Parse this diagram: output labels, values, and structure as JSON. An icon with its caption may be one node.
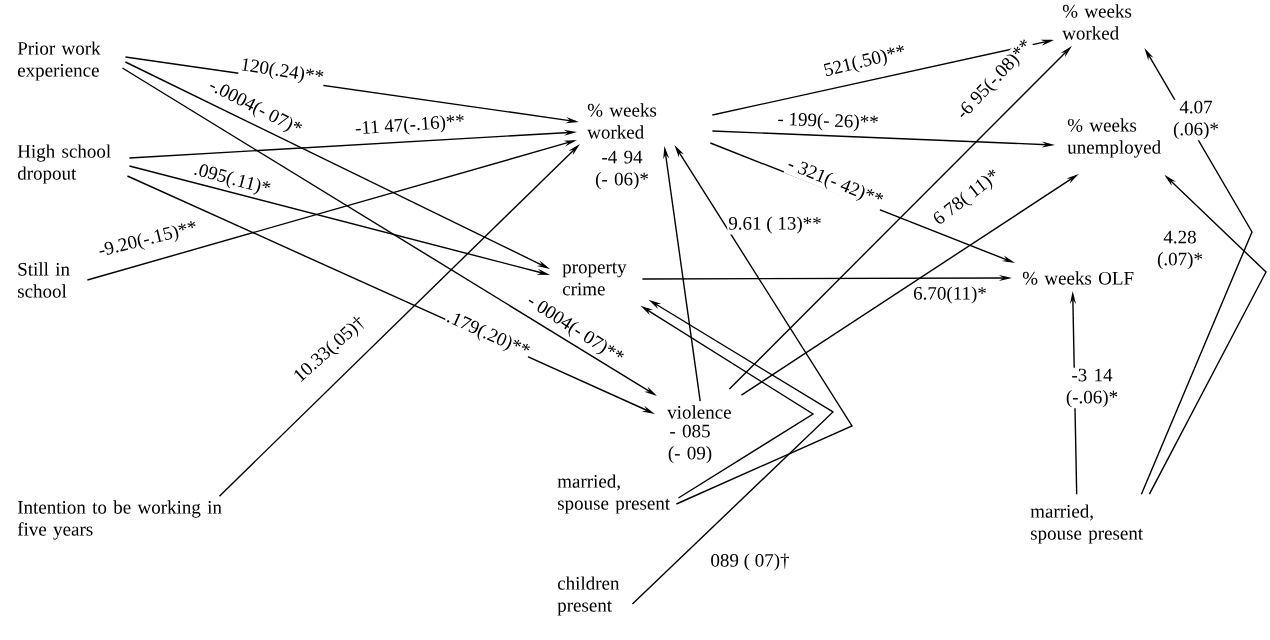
{
  "diagram": {
    "nodes": [
      {
        "text": [
          "Prior work experience"
        ]
      },
      {
        "text": [
          "High school dropout"
        ]
      },
      {
        "text": [
          "Still in school"
        ]
      },
      {
        "text": [
          "Intention to be working in five years"
        ]
      },
      {
        "text": [
          "% weeks worked"
        ]
      },
      {
        "text": [
          "property crime"
        ]
      },
      {
        "text": [
          "violence"
        ]
      },
      {
        "text": [
          "married, spouse present"
        ]
      },
      {
        "text": [
          "children present"
        ]
      },
      {
        "text": [
          "% weeks worked"
        ]
      },
      {
        "text": [
          "% weeks unemployed"
        ]
      },
      {
        "text": [
          "% weeks OLF"
        ]
      },
      {
        "text": [
          "married, spouse present"
        ]
      }
    ],
    "edges": [
      {
        "from": 0,
        "to": 4,
        "arrow": "to",
        "label": "120(.24)**"
      },
      {
        "from": 0,
        "to": 5,
        "arrow": "to",
        "label": "-.0004(- 07)*"
      },
      {
        "from": 0,
        "to": 6,
        "arrow": "to",
        "label": "- 0004(- 07)**"
      },
      {
        "from": 1,
        "to": 4,
        "arrow": "to",
        "label": "-11 47(-.16)**"
      },
      {
        "from": 1,
        "to": 5,
        "arrow": "to",
        "label": ".095(.11)*"
      },
      {
        "from": 1,
        "to": 6,
        "arrow": "to",
        "label": ".179(.20)**"
      },
      {
        "from": 2,
        "to": 4,
        "arrow": "to",
        "label": "-9.20(-.15)**"
      },
      {
        "from": 3,
        "to": 4,
        "arrow": "to",
        "label": "10.33(.05)†"
      },
      {
        "from": 6,
        "to": 4,
        "arrow": "to",
        "label": "-4 94 (- 06)*"
      },
      {
        "from": 7,
        "to": 4,
        "arrow": "to",
        "label": "9.61 ( 13)**"
      },
      {
        "from": 7,
        "to": 5,
        "arrow": "to",
        "label": "- 085 (- 09)"
      },
      {
        "from": 8,
        "to": 5,
        "arrow": "to",
        "label": "089 ( 07)†"
      },
      {
        "from": 4,
        "to": 9,
        "arrow": "to",
        "label": "521(.50)**"
      },
      {
        "from": 4,
        "to": 10,
        "arrow": "to",
        "label": "- 199(- 26)**"
      },
      {
        "from": 4,
        "to": 11,
        "arrow": "to",
        "label": "- 321(- 42)**"
      },
      {
        "from": 6,
        "to": 9,
        "arrow": "to",
        "label": "-6 95(-.08)**"
      },
      {
        "from": 6,
        "to": 10,
        "arrow": "to",
        "label": "6 78( 11)*"
      },
      {
        "from": 5,
        "to": 11,
        "arrow": "to",
        "label": "6.70(11)*"
      },
      {
        "from": 12,
        "to": 11,
        "arrow": "to",
        "label": "-3 14 (-.06)*"
      },
      {
        "from": 12,
        "to": 9,
        "arrow": "to",
        "label": "4.07 (.06)*"
      },
      {
        "from": 12,
        "to": 10,
        "arrow": "to",
        "label": "4.28 (.07)*"
      }
    ]
  }
}
